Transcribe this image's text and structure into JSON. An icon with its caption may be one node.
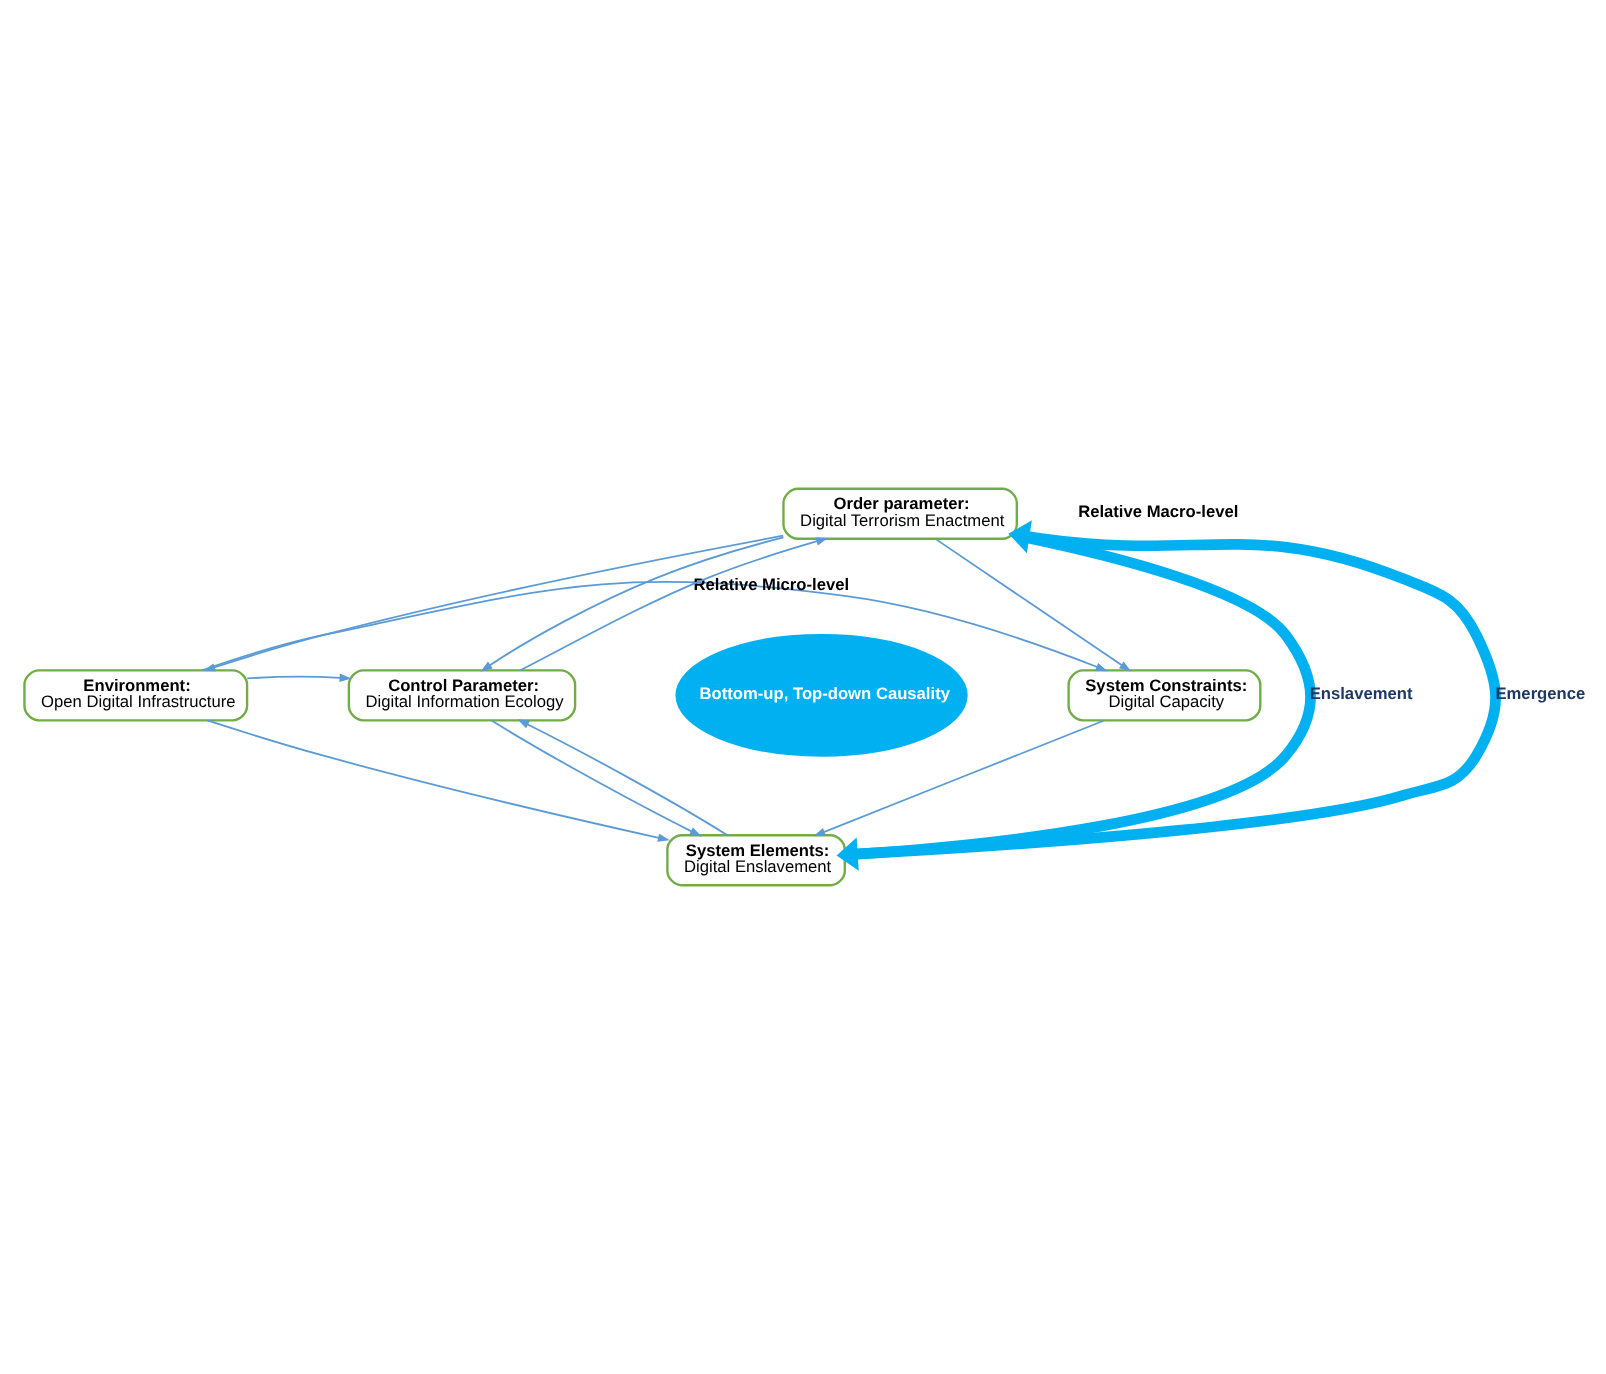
{
  "diagram": {
    "nodes": [
      {
        "text": [
          "Environment:",
          "Open Digital Infrastructure"
        ]
      },
      {
        "text": [
          "Order parameter:",
          "Digital Terrorism Enactment"
        ]
      },
      {
        "text": [
          "Control Parameter:",
          "Digital Information Ecology"
        ]
      },
      {
        "text": [
          "Bottom-up, Top-down Causality"
        ]
      },
      {
        "text": [
          "System Constraints:",
          "Digital Capacity"
        ]
      },
      {
        "text": [
          "System Elements:",
          "Digital Enslavement"
        ]
      }
    ],
    "edges": [
      {
        "from": 1,
        "to": 0,
        "arrow": "to"
      },
      {
        "from": 2,
        "to": 1,
        "arrow": "to"
      },
      {
        "from": 1,
        "to": 2,
        "arrow": "to"
      },
      {
        "from": 0,
        "to": 2,
        "arrow": "to"
      },
      {
        "from": 1,
        "to": 4,
        "arrow": "to"
      },
      {
        "from": 2,
        "to": 5,
        "arrow": "to"
      },
      {
        "from": 5,
        "to": 2,
        "arrow": "to"
      },
      {
        "from": 0,
        "to": 5,
        "arrow": "to"
      },
      {
        "from": 4,
        "to": 5,
        "arrow": "to"
      },
      {
        "from": 0,
        "to": 4,
        "arrow": "to",
        "label": "Relative Micro-level"
      },
      {
        "from": 5,
        "to": 1,
        "arrow": "to",
        "label": "Emergence",
        "style": "thick",
        "color": "#00b0f0"
      },
      {
        "from": 1,
        "to": 5,
        "arrow": "to",
        "label": "Enslavement",
        "style": "thick",
        "color": "#00b0f0"
      }
    ],
    "labels": [
      "Relative Macro-level"
    ]
  }
}
